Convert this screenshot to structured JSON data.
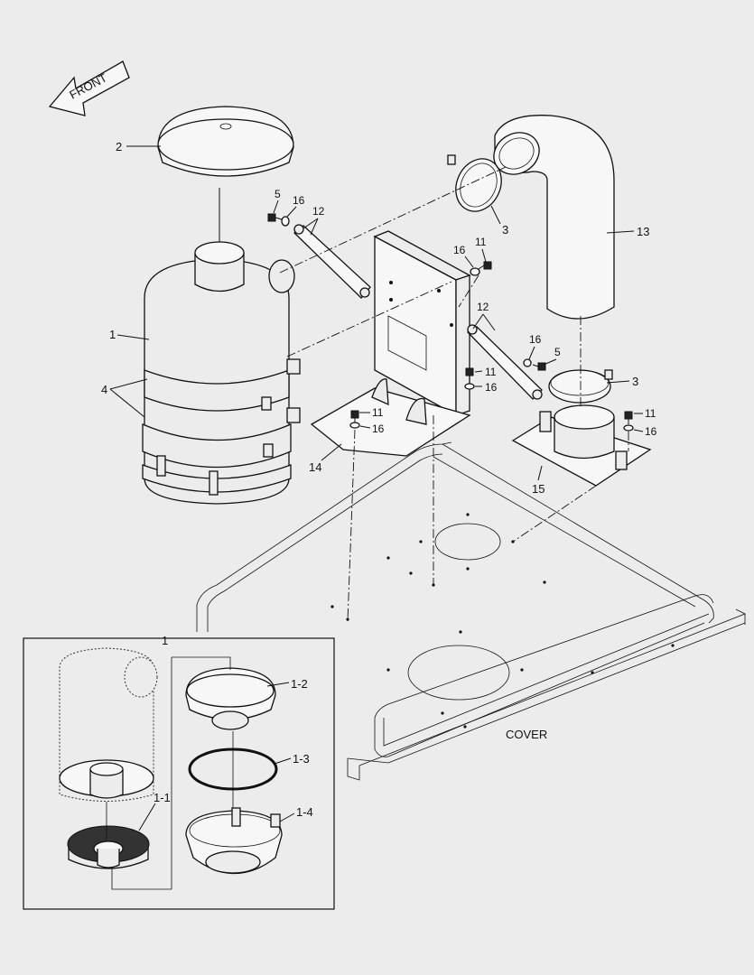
{
  "front_label": "FRONT",
  "cover_label": "COVER",
  "callouts": {
    "c1": "1",
    "c2": "2",
    "c3a": "3",
    "c3b": "3",
    "c4": "4",
    "c5a": "5",
    "c5b": "5",
    "c11a": "11",
    "c11b": "11",
    "c11c": "11",
    "c11d": "11",
    "c12a": "12",
    "c12b": "12",
    "c13": "13",
    "c14": "14",
    "c15": "15",
    "c16a": "16",
    "c16b": "16",
    "c16c": "16",
    "c16d": "16",
    "c16e": "16",
    "inset1": "1",
    "i11": "1-1",
    "i12": "1-2",
    "i13": "1-3",
    "i14": "1-4"
  }
}
